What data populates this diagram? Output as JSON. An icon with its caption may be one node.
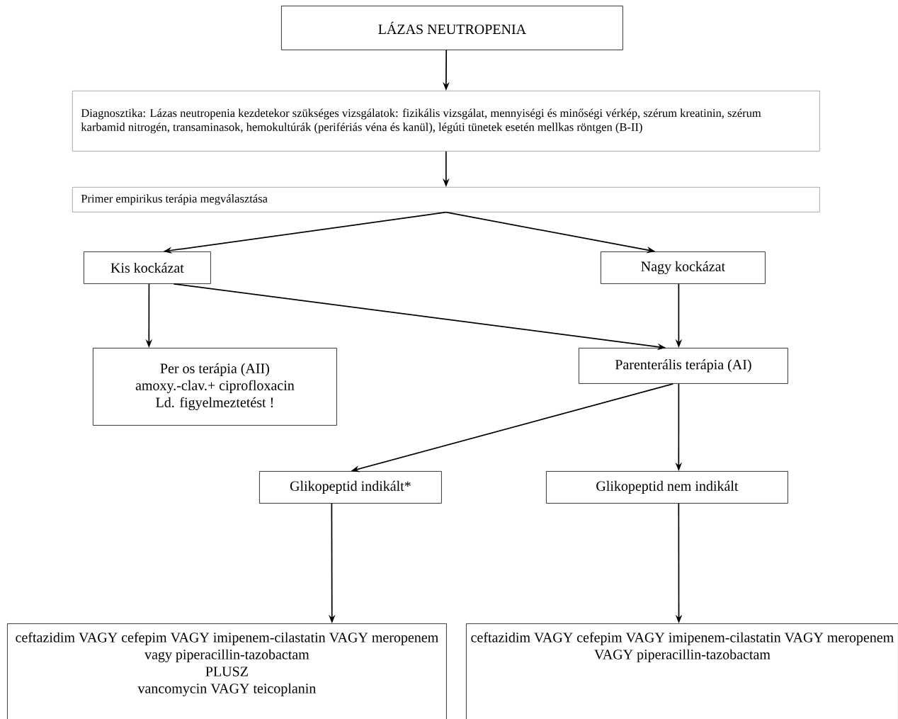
{
  "diagram": {
    "nodes": [
      {
        "text": [
          "LÁZAS NEUTROPENIA"
        ]
      },
      {
        "text": [
          "Diagnosztika: Lázas neutropenia kezdetekor szükséges vizsgálatok: fizikális vizsgálat, mennyiségi és minőségi vérkép, szérum kreatinin, szérum karbamid nitrogén, transaminasok, hemokultúrák (perifériás véna és kanül), légúti tünetek esetén mellkas röntgen (B-II)"
        ]
      },
      {
        "text": [
          "Primer empirikus terápia megválasztása"
        ]
      },
      {
        "text": [
          "Kis kockázat"
        ]
      },
      {
        "text": [
          "Nagy kockázat"
        ]
      },
      {
        "text": [
          "Per os terápia (AII)",
          "amoxy.-clav.+ ciprofloxacin",
          "Ld. figyelmeztetést !"
        ]
      },
      {
        "text": [
          "Parenterális terápia (AI)"
        ]
      },
      {
        "text": [
          "Glikopeptid indikált*"
        ]
      },
      {
        "text": [
          "Glikopeptid nem indikált"
        ]
      },
      {
        "text": [
          "ceftazidim VAGY cefepim VAGY imipenem-cilastatin VAGY meropenem vagy piperacillin-tazobactam",
          "PLUSZ",
          "vancomycin VAGY teicoplanin"
        ]
      },
      {
        "text": [
          "ceftazidim VAGY cefepim VAGY imipenem-cilastatin VAGY meropenem VAGY piperacillin-tazobactam"
        ]
      }
    ],
    "edges": [
      {
        "from": 0,
        "to": 1,
        "arrow": "to"
      },
      {
        "from": 1,
        "to": 2,
        "arrow": "to"
      },
      {
        "from": 2,
        "to": 3,
        "arrow": "to"
      },
      {
        "from": 2,
        "to": 4,
        "arrow": "to"
      },
      {
        "from": 3,
        "to": 5,
        "arrow": "to"
      },
      {
        "from": 3,
        "to": 6,
        "arrow": "to"
      },
      {
        "from": 4,
        "to": 6,
        "arrow": "to"
      },
      {
        "from": 6,
        "to": 7,
        "arrow": "to"
      },
      {
        "from": 6,
        "to": 8,
        "arrow": "to"
      },
      {
        "from": 7,
        "to": 9,
        "arrow": "to"
      },
      {
        "from": 8,
        "to": 10,
        "arrow": "to"
      }
    ]
  }
}
